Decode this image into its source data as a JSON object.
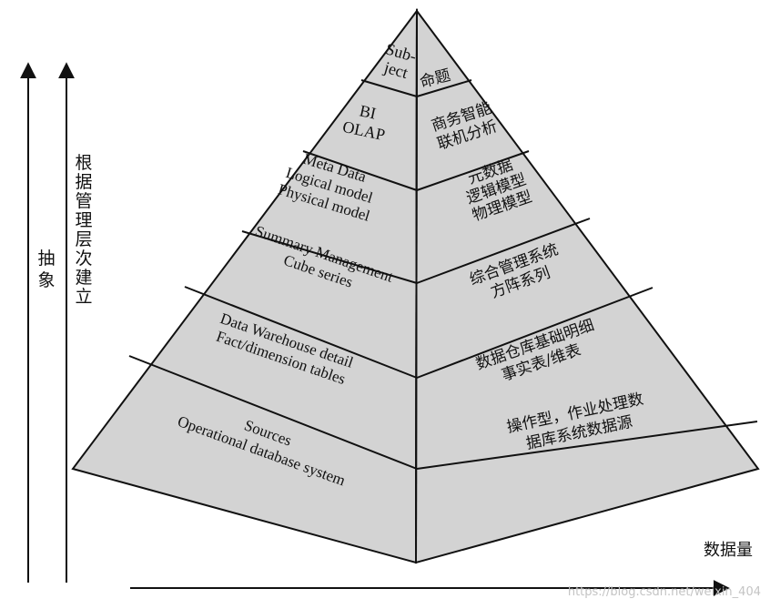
{
  "colors": {
    "fill": "#d3d3d3",
    "stroke": "#111111",
    "text": "#111111",
    "watermark": "#c4c4c4"
  },
  "left_axis_label": "抽象",
  "middle_axis_label": "根据管理层次建立",
  "bottom_axis_label": "数据量",
  "watermark": "https://blog.csdn.net/weixin_404",
  "layers": [
    {
      "name": "subject",
      "left_lines": [
        "Sub-",
        "ject"
      ],
      "right_lines": [
        "命题"
      ]
    },
    {
      "name": "bi-olap",
      "left_lines": [
        "BI",
        "OLAP"
      ],
      "right_lines": [
        "商务智能",
        "联机分析"
      ]
    },
    {
      "name": "meta-data",
      "left_lines": [
        "Meta Data",
        "Logical model",
        "Physical model"
      ],
      "right_lines": [
        "元数据",
        "逻辑模型",
        "物理模型"
      ]
    },
    {
      "name": "summary-management",
      "left_lines": [
        "Summary Management",
        "Cube series"
      ],
      "right_lines": [
        "综合管理系统",
        "方阵系列"
      ]
    },
    {
      "name": "data-warehouse",
      "left_lines": [
        "Data Warehouse detail",
        "Fact/dimension tables"
      ],
      "right_lines": [
        "数据仓库基础明细",
        "事实表/维表"
      ]
    },
    {
      "name": "sources",
      "left_lines": [
        "Sources",
        "Operational database system"
      ],
      "right_lines": [
        "操作型，作业处理数",
        "据库系统数据源"
      ]
    }
  ]
}
